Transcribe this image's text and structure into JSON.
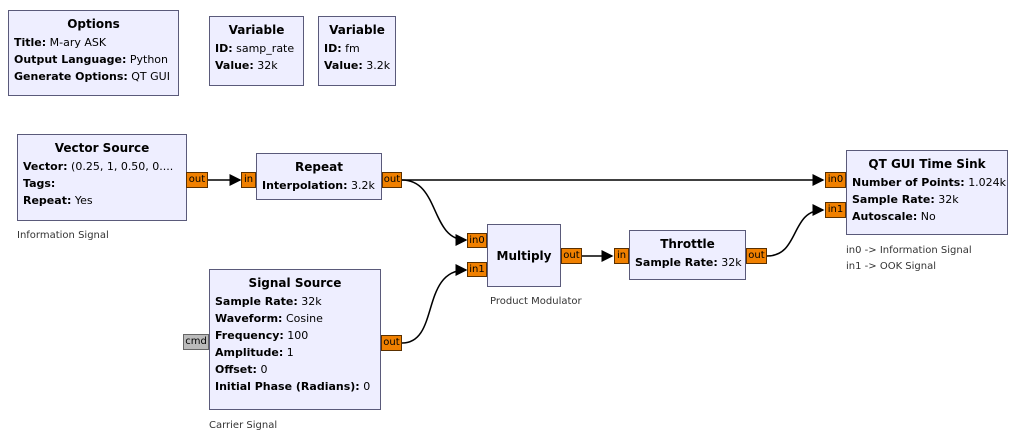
{
  "options": {
    "title": "Options",
    "rows": [
      {
        "k": "Title:",
        "v": "M-ary ASK"
      },
      {
        "k": "Output Language:",
        "v": "Python"
      },
      {
        "k": "Generate Options:",
        "v": "QT GUI"
      }
    ]
  },
  "var1": {
    "title": "Variable",
    "rows": [
      {
        "k": "ID:",
        "v": "samp_rate"
      },
      {
        "k": "Value:",
        "v": "32k"
      }
    ]
  },
  "var2": {
    "title": "Variable",
    "rows": [
      {
        "k": "ID:",
        "v": "fm"
      },
      {
        "k": "Value:",
        "v": "3.2k"
      }
    ]
  },
  "vector_source": {
    "title": "Vector Source",
    "rows": [
      {
        "k": "Vector:",
        "v": "(0.25, 1, 0.50, 0...."
      },
      {
        "k": "Tags:",
        "v": ""
      },
      {
        "k": "Repeat:",
        "v": "Yes"
      }
    ],
    "caption": "Information Signal",
    "out": "out"
  },
  "repeat": {
    "title": "Repeat",
    "rows": [
      {
        "k": "Interpolation:",
        "v": "3.2k"
      }
    ],
    "in": "in",
    "out": "out"
  },
  "multiply": {
    "title": "Multiply",
    "in0": "in0",
    "in1": "in1",
    "out": "out",
    "caption": "Product Modulator"
  },
  "throttle": {
    "title": "Throttle",
    "rows": [
      {
        "k": "Sample Rate:",
        "v": "32k"
      }
    ],
    "in": "in",
    "out": "out"
  },
  "time_sink": {
    "title": "QT GUI Time Sink",
    "rows": [
      {
        "k": "Number of Points:",
        "v": "1.024k"
      },
      {
        "k": "Sample Rate:",
        "v": "32k"
      },
      {
        "k": "Autoscale:",
        "v": "No"
      }
    ],
    "in0": "in0",
    "in1": "in1",
    "notes": [
      "in0 -> Information Signal",
      "in1 -> OOK Signal"
    ]
  },
  "signal_source": {
    "title": "Signal Source",
    "rows": [
      {
        "k": "Sample Rate:",
        "v": "32k"
      },
      {
        "k": "Waveform:",
        "v": "Cosine"
      },
      {
        "k": "Frequency:",
        "v": "100"
      },
      {
        "k": "Amplitude:",
        "v": "1"
      },
      {
        "k": "Offset:",
        "v": "0"
      },
      {
        "k": "Initial Phase (Radians):",
        "v": "0"
      }
    ],
    "cmd": "cmd",
    "out": "out",
    "caption": "Carrier Signal"
  },
  "colors": {
    "block_bg": "#eeeeff",
    "port": "#f08000",
    "wire": "#000000"
  }
}
